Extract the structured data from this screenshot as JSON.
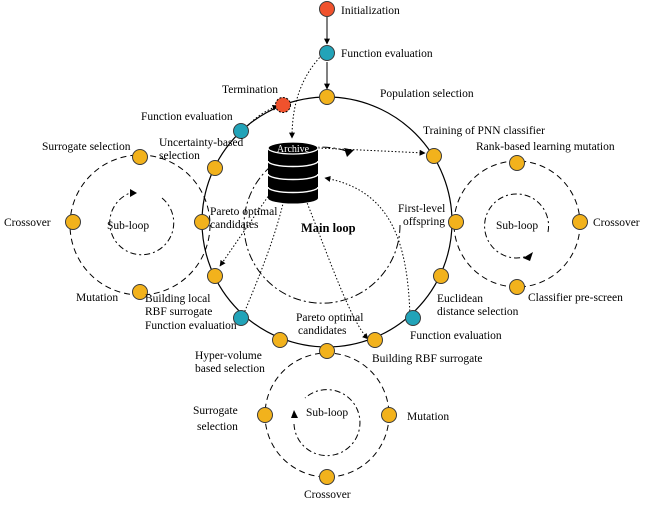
{
  "colors": {
    "process_node": "#f2b21c",
    "evaluation_node": "#22a3b8",
    "terminal_node": "#f0522d",
    "archive": "#000000"
  },
  "archive": {
    "label": "Archive",
    "icon": "database-icon"
  },
  "main_loop": {
    "label": "Main loop"
  },
  "labels": {
    "initialization": "Initialization",
    "function_evaluation_top": "Function evaluation",
    "termination": "Termination",
    "population_selection": "Population selection",
    "function_evaluation_left": "Function evaluation",
    "uncertainty_based_selection_1": "Uncertainty-based",
    "uncertainty_based_selection_2": "selection",
    "training_pnn": "Training of PNN classifier",
    "pareto_left_1": "Pareto optimal",
    "pareto_left_2": "candidates",
    "first_level_offspring_1": "First-level",
    "first_level_offspring_2": "offspring",
    "building_local_rbf_1": "Building local",
    "building_local_rbf_2": "RBF surrogate",
    "euclidean_selection_1": "Euclidean",
    "euclidean_selection_2": "distance selection",
    "function_evaluation_low_left": "Function evaluation",
    "pareto_bottom_1": "Pareto optimal",
    "pareto_bottom_2": "candidates",
    "function_evaluation_low_right": "Function evaluation",
    "hyper_volume_1": "Hyper-volume",
    "hyper_volume_2": "based selection",
    "building_rbf_surrogate": "Building RBF surrogate"
  },
  "left_subloop": {
    "title": "Sub-loop",
    "surrogate_selection": "Surrogate selection",
    "crossover": "Crossover",
    "mutation": "Mutation"
  },
  "right_subloop": {
    "title": "Sub-loop",
    "rank_based_mutation": "Rank-based learning mutation",
    "crossover": "Crossover",
    "classifier_prescreen": "Classifier pre-screen"
  },
  "bottom_subloop": {
    "title": "Sub-loop",
    "surrogate_selection_1": "Surrogate",
    "surrogate_selection_2": "selection",
    "mutation": "Mutation",
    "crossover": "Crossover"
  }
}
